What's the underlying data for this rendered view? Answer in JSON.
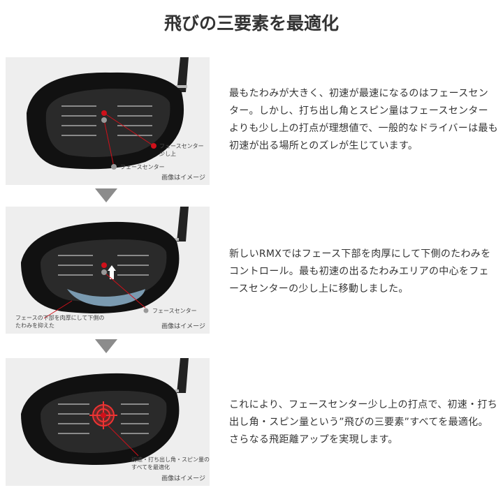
{
  "title": "飛びの三要素を最適化",
  "image_note": "画像はイメージ",
  "sections": [
    {
      "labels": [
        "フェースセンター少し上",
        "フェースセンター"
      ],
      "label_a1": "フェースセンター",
      "label_a2": "少し上",
      "label_b": "フェースセンター",
      "text": "最もたわみが大きく、初速が最速になるのはフェースセンター。しかし、打ち出し角とスピン量はフェースセンターよりも少し上の打点が理想値で、一般的なドライバーは最も初速が出る場所とのズレが生じています。"
    },
    {
      "label_a1": "フェースの下部を肉厚にして下側の",
      "label_a2": "たわみを抑えた",
      "label_b": "フェースセンター",
      "text": "新しいRMXではフェース下部を肉厚にして下側のたわみをコントロール。最も初速の出るたわみエリアの中心をフェースセンターの少し上に移動しました。"
    },
    {
      "label_a1": "初速・打ち出し角・スピン量の",
      "label_a2": "すべてを最適化",
      "text": "これにより、フェースセンター少し上の打点で、初速・打ち出し角・スピン量という”飛びの三要素”すべてを最適化。さらなる飛距離アップを実現します。"
    }
  ],
  "colors": {
    "accent": "#d0101a",
    "arrow": "#8c8c8c",
    "panel": "#eeeeee"
  }
}
